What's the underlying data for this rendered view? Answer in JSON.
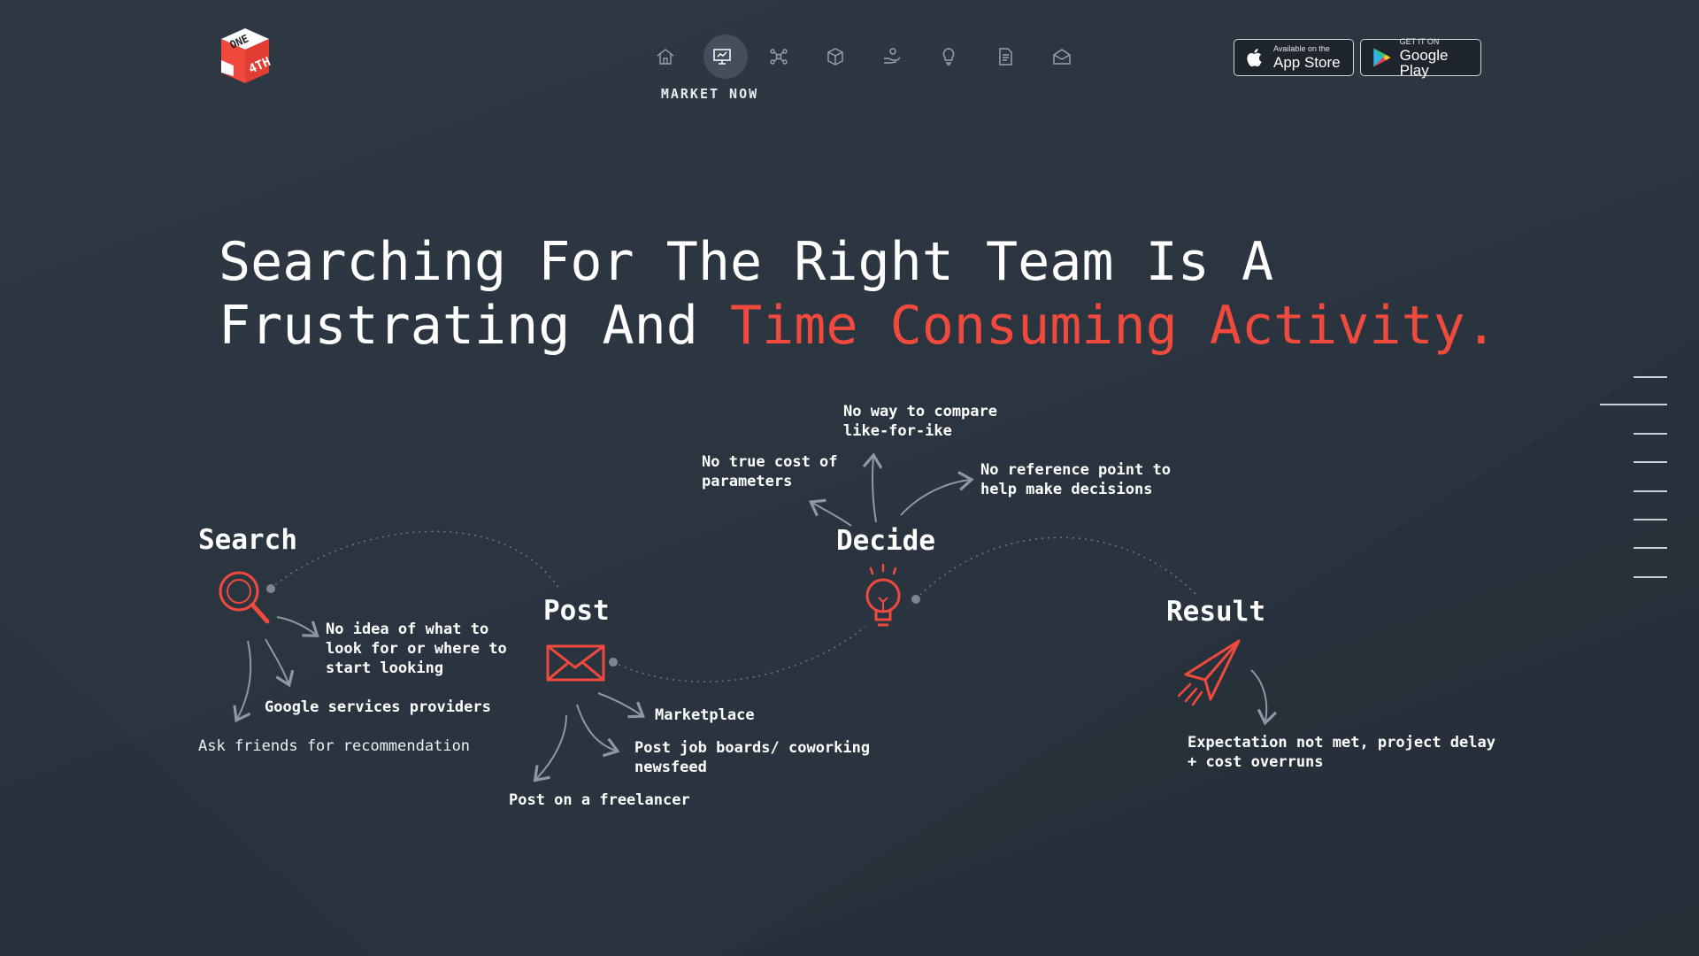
{
  "brand": {
    "logo_text_top": "ONE",
    "logo_text_bottom": "4TH",
    "accent_color": "#f0493e",
    "background_color": "#2b3540"
  },
  "nav": {
    "items": [
      {
        "name": "home",
        "icon": "home-icon"
      },
      {
        "name": "market-now",
        "icon": "monitor-icon",
        "active": true
      },
      {
        "name": "network",
        "icon": "molecule-icon"
      },
      {
        "name": "product",
        "icon": "box-icon"
      },
      {
        "name": "hand",
        "icon": "hand-coin-icon"
      },
      {
        "name": "ideas",
        "icon": "bulb-icon"
      },
      {
        "name": "document",
        "icon": "document-icon"
      },
      {
        "name": "contact",
        "icon": "mail-icon"
      }
    ],
    "active_label": "MARKET NOW"
  },
  "badges": {
    "appstore_small": "Available on the",
    "appstore_big": "App Store",
    "gplay_small": "GET IT ON",
    "gplay_big": "Google Play"
  },
  "headline": {
    "line1": "Searching For The Right Team Is A",
    "line2_plain": "Frustrating And ",
    "line2_accent": "Time Consuming Activity."
  },
  "stages": {
    "search": {
      "title": "Search",
      "notes": {
        "n1": "No idea of what to look for or where to start looking",
        "n2": "Google services providers",
        "n3": "Ask friends for recommendation"
      }
    },
    "post": {
      "title": "Post",
      "notes": {
        "n1": "Marketplace",
        "n2": "Post job boards/ coworking newsfeed",
        "n3": "Post on a freelancer"
      }
    },
    "decide": {
      "title": "Decide",
      "notes": {
        "n1": "No way to compare like-for-ike",
        "n2": "No true cost of parameters",
        "n3": "No reference point to help make decisions"
      }
    },
    "result": {
      "title": "Result",
      "notes": {
        "n1": "Expectation not met, project delay + cost overruns"
      }
    }
  },
  "side_ticks": {
    "count": 8,
    "active_index": 1
  }
}
